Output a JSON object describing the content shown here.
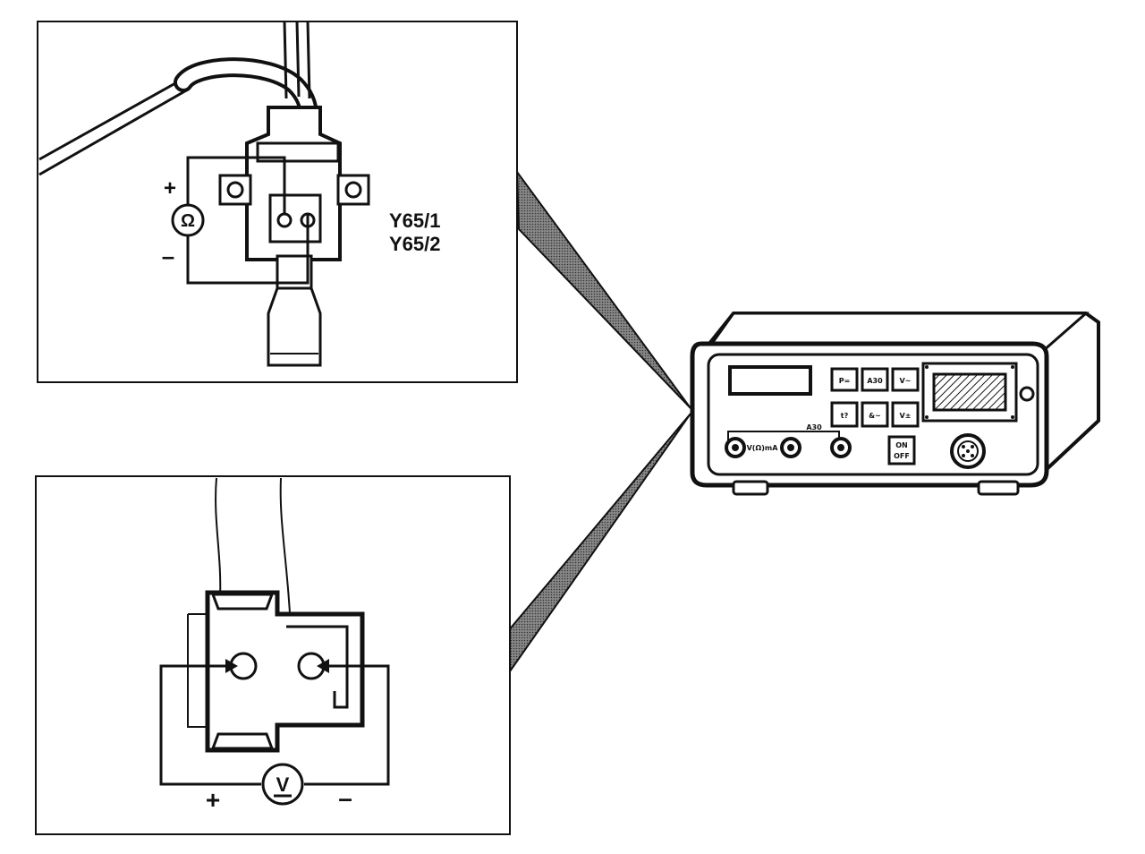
{
  "component_label": {
    "line1": "Y65/1",
    "line2": "Y65/2"
  },
  "ohm_meter": {
    "symbol": "Ω",
    "plus": "+",
    "minus": "–"
  },
  "volt_meter": {
    "symbol": "V",
    "plus": "+",
    "minus": "–"
  },
  "tester": {
    "buttons": [
      "P=",
      "A30",
      "V~",
      "t?",
      "&~",
      "V±"
    ],
    "switch_label": [
      "ON",
      "OFF"
    ],
    "jack_label": "V(Ω)mA",
    "range_label": "A30"
  },
  "colors": {
    "ink": "#111111",
    "paper": "#ffffff",
    "hatch": "#555555"
  }
}
